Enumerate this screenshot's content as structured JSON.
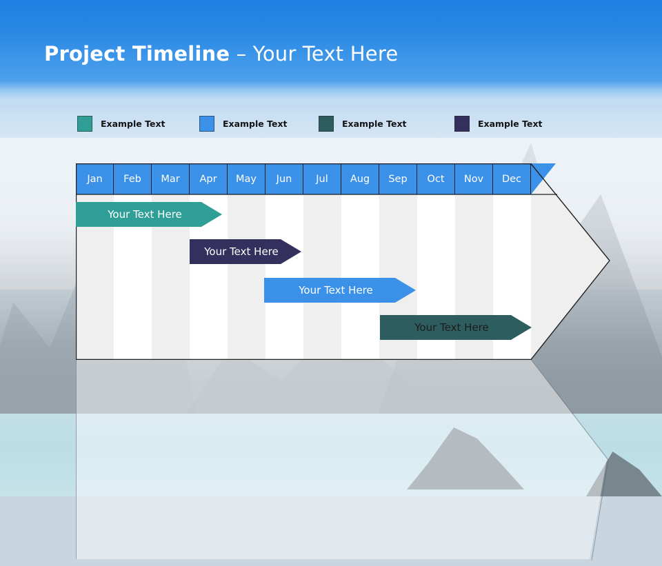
{
  "slide": {
    "title_strong": "Project Timeline",
    "title_separator": " – ",
    "title_light": "Your Text Here",
    "accent_blue": "#3b91e8",
    "header_gradient_top": "#1d7fe0",
    "header_gradient_bottom": "#4ea0ec"
  },
  "legend": {
    "items": [
      {
        "label": "Example Text",
        "color": "#2f9e96",
        "x": 112
      },
      {
        "label": "Example Text",
        "color": "#3b91e8",
        "x": 289
      },
      {
        "label": "Example Text",
        "color": "#2d5d5f",
        "x": 462
      },
      {
        "label": "Example Text",
        "color": "#34305e",
        "x": 659
      }
    ]
  },
  "chart_data": {
    "type": "bar",
    "title": "Project Timeline – Your Text Here",
    "xlabel": "",
    "ylabel": "",
    "grid": true,
    "legend_position": "top",
    "categories": [
      "Jan",
      "Feb",
      "Mar",
      "Apr",
      "May",
      "Jun",
      "Jul",
      "Aug",
      "Sep",
      "Oct",
      "Nov",
      "Dec"
    ],
    "series": [
      {
        "name": "Example Text",
        "label": "Your  Text Here",
        "color": "#2f9e96",
        "start_month": "Jan",
        "end_month": "Apr",
        "start_index": 0,
        "end_index": 3,
        "row": 1
      },
      {
        "name": "Example Text",
        "label": "Your  Text Here",
        "color": "#34305e",
        "start_month": "Apr",
        "end_month": "Jun",
        "start_index": 3,
        "end_index": 5,
        "row": 2
      },
      {
        "name": "Example Text",
        "label": "Your  Text Here",
        "color": "#3b91e8",
        "start_month": "Jun",
        "end_month": "Sep",
        "start_index": 5,
        "end_index": 8,
        "row": 3
      },
      {
        "name": "Example Text",
        "label": "Your  Text Here",
        "color": "#2d5d5f",
        "start_month": "Sep",
        "end_month": "Dec",
        "start_index": 8,
        "end_index": 11,
        "row": 4
      }
    ]
  },
  "bars": [
    {
      "label": "Your  Text Here"
    },
    {
      "label": "Your  Text Here"
    },
    {
      "label": "Your  Text Here"
    },
    {
      "label": "Your  Text Here"
    }
  ]
}
